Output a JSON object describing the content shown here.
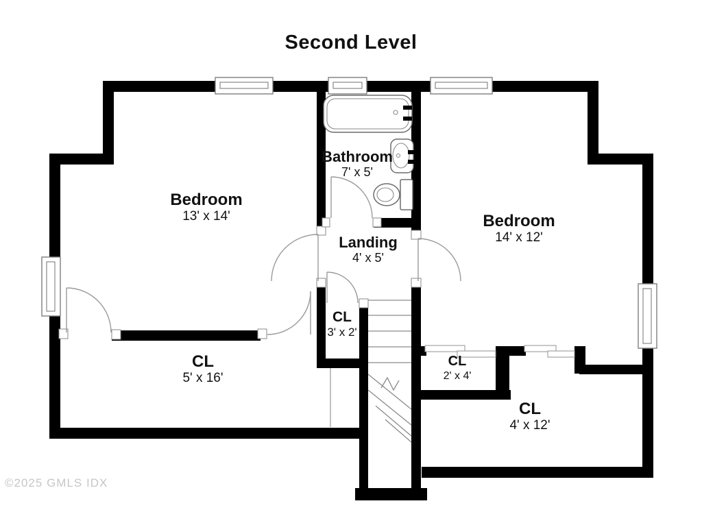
{
  "title": "Second Level",
  "watermark": "©2025 GMLS IDX",
  "rooms": {
    "bedroom_left": {
      "label": "Bedroom",
      "dims": "13' x 14'"
    },
    "bedroom_right": {
      "label": "Bedroom",
      "dims": "14' x 12'"
    },
    "bathroom": {
      "label": "Bathroom",
      "dims": "7' x 5'"
    },
    "landing": {
      "label": "Landing",
      "dims": "4' x 5'"
    },
    "closet_left": {
      "label": "CL",
      "dims": "5' x 16'"
    },
    "closet_center": {
      "label": "CL",
      "dims": "3' x 2'"
    },
    "closet_mid_right": {
      "label": "CL",
      "dims": "2' x 4'"
    },
    "closet_bottom_right": {
      "label": "CL",
      "dims": "4' x 12'"
    }
  },
  "fixtures": [
    "bathtub",
    "sink",
    "toilet",
    "stairs"
  ],
  "colors": {
    "wall": "#000000",
    "line": "#8a8a8a",
    "watermark": "#c6c6c6"
  }
}
